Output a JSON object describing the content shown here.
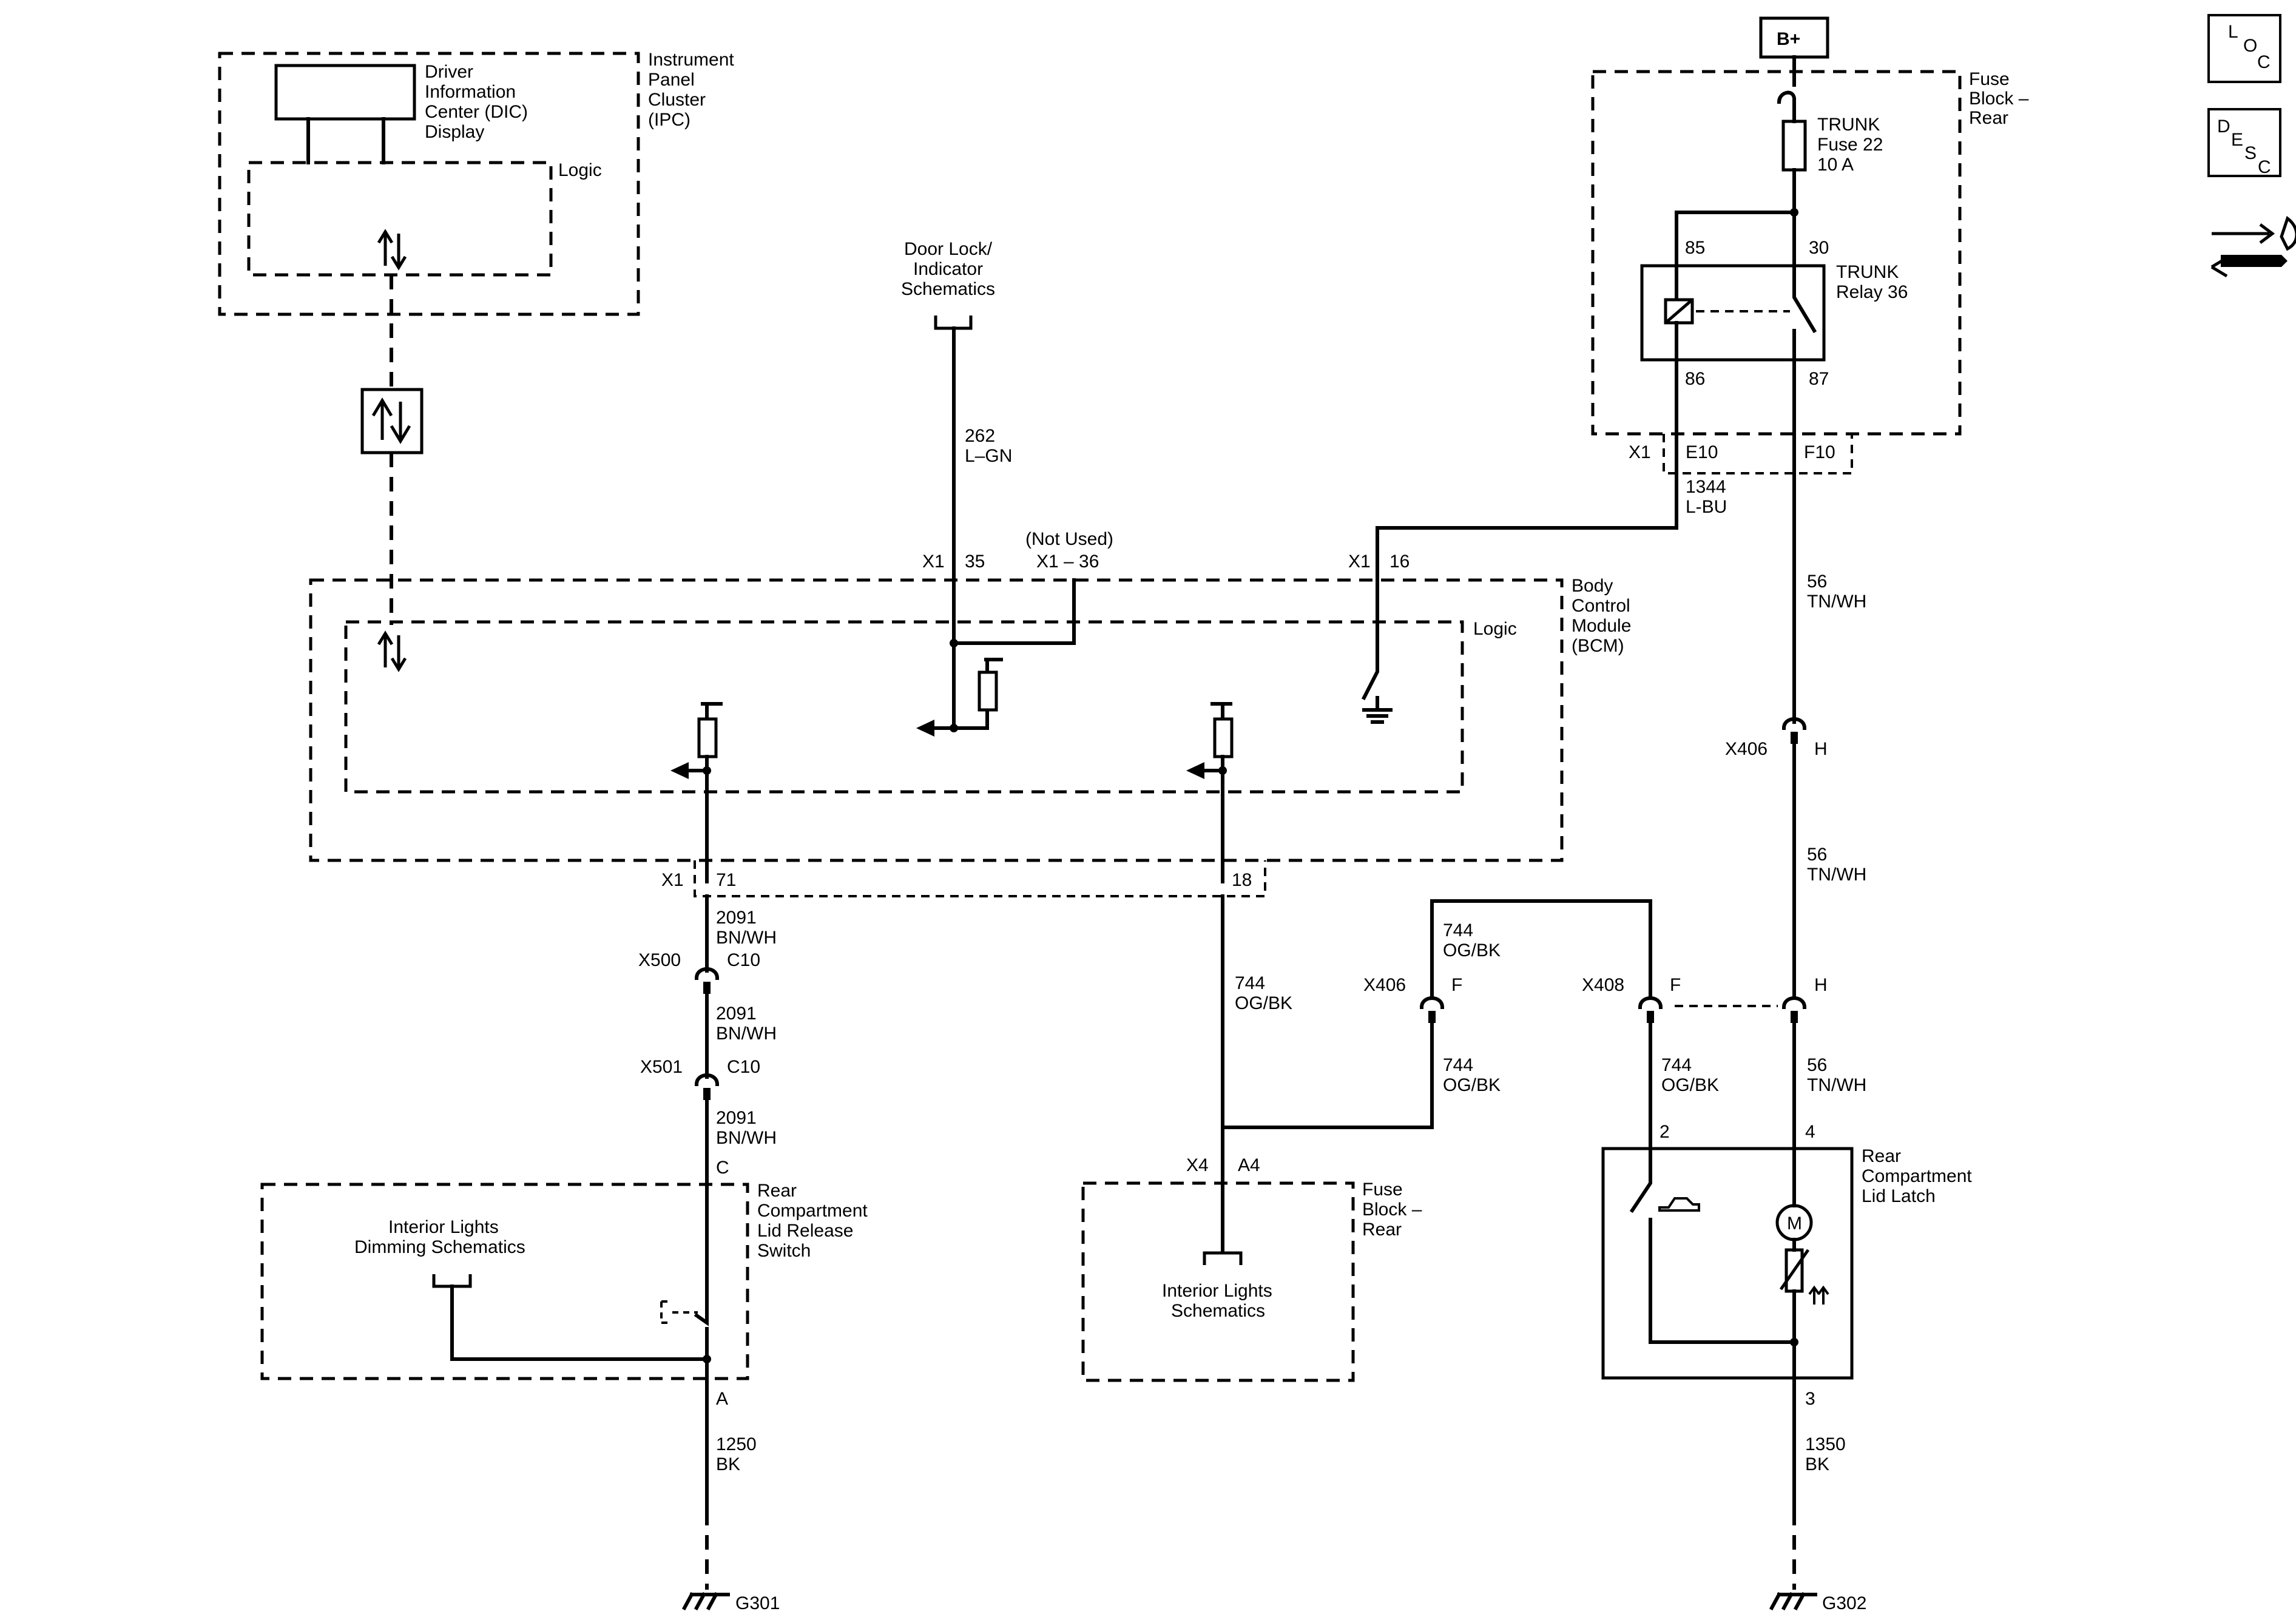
{
  "power": {
    "source": "B+"
  },
  "nav_icons": {
    "loc": [
      "L",
      "O",
      "C"
    ],
    "desc": [
      "D",
      "E",
      "S",
      "C"
    ],
    "connector_icon": "connector-wrench-icon"
  },
  "components": {
    "ipc": {
      "lines": [
        "Instrument",
        "Panel",
        "Cluster",
        "(IPC)"
      ],
      "dic": [
        "Driver",
        "Information",
        "Center (DIC)",
        "Display"
      ],
      "logic": "Logic"
    },
    "fuse_block_top": {
      "lines": [
        "Fuse",
        "Block –",
        "Rear"
      ],
      "fuse": [
        "TRUNK",
        "Fuse 22",
        "10 A"
      ],
      "relay": [
        "TRUNK",
        "Relay 36"
      ],
      "pins": [
        "85",
        "30",
        "86",
        "87"
      ]
    },
    "door_lock_ref": [
      "Door Lock/",
      "Indicator",
      "Schematics"
    ],
    "bcm": {
      "lines": [
        "Body",
        "Control",
        "Module",
        "(BCM)"
      ],
      "logic": "Logic",
      "not_used": "(Not Used)"
    },
    "rear_release_switch": [
      "Rear",
      "Compartment",
      "Lid Release",
      "Switch"
    ],
    "interior_dimming_ref": [
      "Interior Lights",
      "Dimming Schematics"
    ],
    "fuse_block_bottom": {
      "lines": [
        "Fuse",
        "Block –",
        "Rear"
      ],
      "ref": [
        "Interior Lights",
        "Schematics"
      ]
    },
    "rear_latch": {
      "lines": [
        "Rear",
        "Compartment",
        "Lid Latch"
      ],
      "motor": "M",
      "pins": [
        "2",
        "4",
        "3"
      ]
    }
  },
  "connectors": {
    "x1": "X1",
    "x1_35": "35",
    "x1_36": "X1 – 36",
    "x1_16": "16",
    "x1_71": "71",
    "x1_18": "18",
    "x1_top": "X1",
    "e10": "E10",
    "f10": "F10",
    "x406_h": [
      "X406",
      "H"
    ],
    "x406_f": [
      "X406",
      "F"
    ],
    "x408_f": [
      "X408",
      "F"
    ],
    "h2": "H",
    "x500": [
      "X500",
      "C10"
    ],
    "x501": [
      "X501",
      "C10"
    ],
    "c": "C",
    "a": "A",
    "x4": [
      "X4",
      "A4"
    ]
  },
  "wires": {
    "w262": [
      "262",
      "L–GN"
    ],
    "w1344": [
      "1344",
      "L-BU"
    ],
    "w56a": [
      "56",
      "TN/WH"
    ],
    "w56b": [
      "56",
      "TN/WH"
    ],
    "w56c": [
      "56",
      "TN/WH"
    ],
    "w2091a": [
      "2091",
      "BN/WH"
    ],
    "w2091b": [
      "2091",
      "BN/WH"
    ],
    "w2091c": [
      "2091",
      "BN/WH"
    ],
    "w744a": [
      "744",
      "OG/BK"
    ],
    "w744b": [
      "744",
      "OG/BK"
    ],
    "w744c": [
      "744",
      "OG/BK"
    ],
    "w744d": [
      "744",
      "OG/BK"
    ],
    "w1250": [
      "1250",
      "BK"
    ],
    "w1350": [
      "1350",
      "BK"
    ]
  },
  "grounds": {
    "g301": "G301",
    "g302": "G302"
  }
}
